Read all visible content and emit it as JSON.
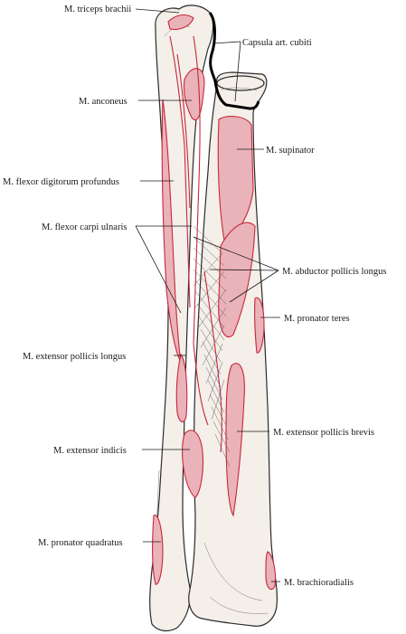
{
  "labels": {
    "triceps": "M. triceps brachii",
    "capsula": "Capsula art. cubiti",
    "anconeus": "M. anconeus",
    "supinator": "M. supinator",
    "flexor_dig": "M. flexor digitorum profundus",
    "flexor_carpi": "M. flexor carpi ulnaris",
    "abductor": "M. abductor pollicis longus",
    "pronator_teres": "M.  pronator teres",
    "ext_poll_longus": "M. extensor pollicis longus",
    "ext_poll_brevis": "M.  extensor pollicis brevis",
    "ext_indicis": "M. extensor indicis",
    "pronator_quad": "M. pronator quadratus",
    "brachiorad": "M. brachioradialis"
  },
  "colors": {
    "bone": "#f4efe9",
    "muscle_fill": "#eab2b9",
    "muscle_outline": "#c8283a"
  }
}
